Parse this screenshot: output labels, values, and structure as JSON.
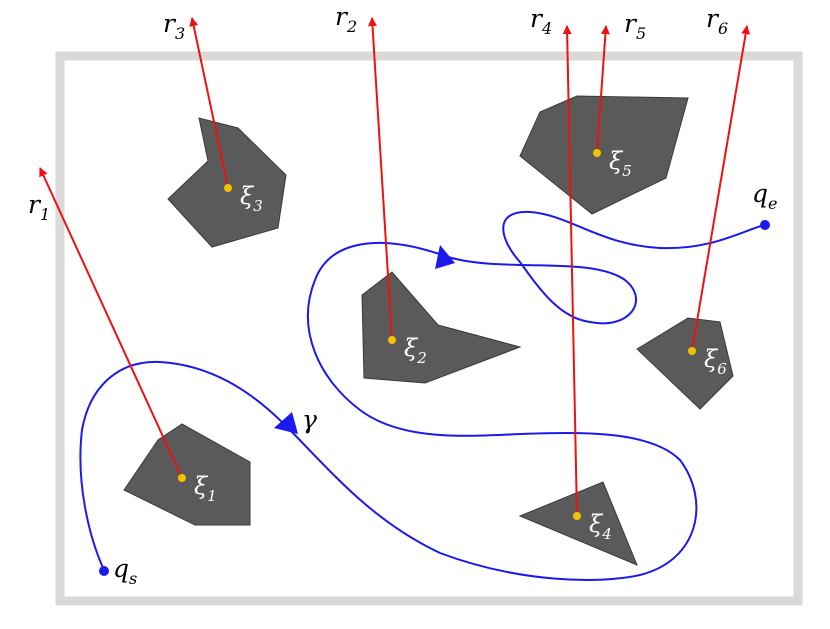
{
  "colors": {
    "workspace_border": "#d9d9d9",
    "obstacle_fill": "#5a5a5a",
    "obstacle_stroke": "#3a3a3a",
    "ray": "#ee1111",
    "path": "#1a1aee",
    "point": "#f2c200",
    "xi_text": "#ffffff",
    "label_text": "#000000"
  },
  "path": {
    "label": "γ",
    "start_label": {
      "base": "q",
      "sub": "s"
    },
    "end_label": {
      "base": "q",
      "sub": "e"
    }
  },
  "rays": [
    {
      "base": "r",
      "sub": "1"
    },
    {
      "base": "r",
      "sub": "2"
    },
    {
      "base": "r",
      "sub": "3"
    },
    {
      "base": "r",
      "sub": "4"
    },
    {
      "base": "r",
      "sub": "5"
    },
    {
      "base": "r",
      "sub": "6"
    }
  ],
  "obstacles": [
    {
      "base": "ξ",
      "sub": "1"
    },
    {
      "base": "ξ",
      "sub": "2"
    },
    {
      "base": "ξ",
      "sub": "3"
    },
    {
      "base": "ξ",
      "sub": "4"
    },
    {
      "base": "ξ",
      "sub": "5"
    },
    {
      "base": "ξ",
      "sub": "6"
    }
  ]
}
